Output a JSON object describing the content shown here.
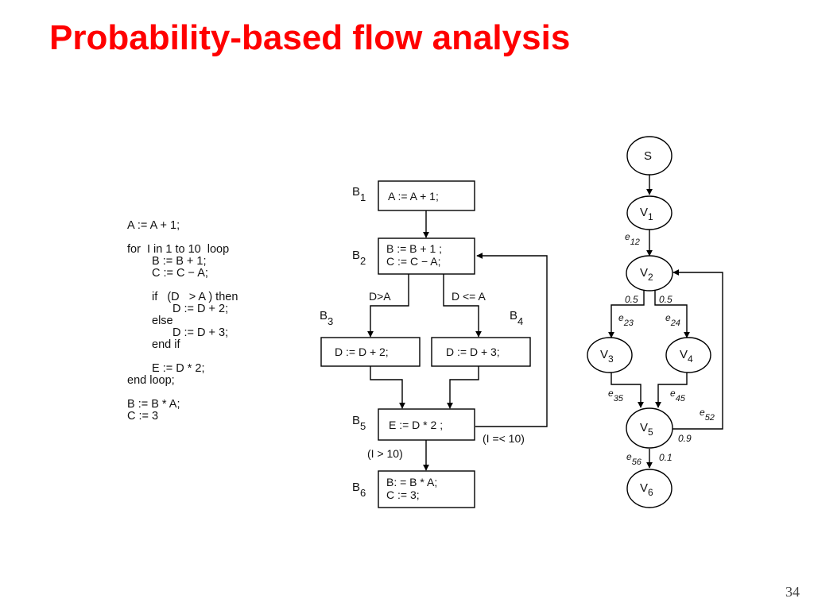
{
  "slide": {
    "title": "Probability-based flow analysis",
    "title_color": "#ff0000",
    "page_number": "34"
  },
  "code": [
    "A := A + 1;",
    "",
    "for  I in 1 to 10  loop",
    "B := B + 1;",
    "C := C − A;",
    "",
    "if   (D   > A ) then",
    "D := D + 2;",
    "else",
    "D := D + 3;",
    "end if",
    "",
    "E := D * 2;",
    "end loop;",
    "",
    "B := B * A;",
    "C := 3"
  ],
  "cfg": {
    "blocks": {
      "b1": {
        "label": "B",
        "sub": "1",
        "lines": [
          "A := A + 1;"
        ]
      },
      "b2": {
        "label": "B",
        "sub": "2",
        "lines": [
          "B := B + 1 ;",
          "C := C − A;"
        ]
      },
      "b3": {
        "label": "B",
        "sub": "3",
        "lines": [
          "D := D + 2;"
        ]
      },
      "b4": {
        "label": "B",
        "sub": "4",
        "lines": [
          "D := D + 3;"
        ]
      },
      "b5": {
        "label": "B",
        "sub": "5",
        "lines": [
          "E := D * 2 ;"
        ]
      },
      "b6": {
        "label": "B",
        "sub": "6",
        "lines": [
          "B: = B * A;",
          "C := 3;"
        ]
      }
    },
    "edge_labels": {
      "b2_b3": "D>A",
      "b2_b4": "D <= A",
      "b5_b2": "(I =< 10)",
      "b5_b6": "(I > 10)"
    }
  },
  "graph": {
    "nodes": {
      "s": {
        "label": "S",
        "sub": ""
      },
      "v1": {
        "label": "V",
        "sub": "1"
      },
      "v2": {
        "label": "V",
        "sub": "2"
      },
      "v3": {
        "label": "V",
        "sub": "3"
      },
      "v4": {
        "label": "V",
        "sub": "4"
      },
      "v5": {
        "label": "V",
        "sub": "5"
      },
      "v6": {
        "label": "V",
        "sub": "6"
      }
    },
    "edges": {
      "e12": {
        "label": "e",
        "sub": "12"
      },
      "e23": {
        "label": "e",
        "sub": "23"
      },
      "e24": {
        "label": "e",
        "sub": "24"
      },
      "e35": {
        "label": "e",
        "sub": "35"
      },
      "e45": {
        "label": "e",
        "sub": "45"
      },
      "e52": {
        "label": "e",
        "sub": "52"
      },
      "e56": {
        "label": "e",
        "sub": "56"
      }
    },
    "probabilities": {
      "p23": "0.5",
      "p24": "0.5",
      "p52": "0.9",
      "p56": "0.1"
    }
  }
}
